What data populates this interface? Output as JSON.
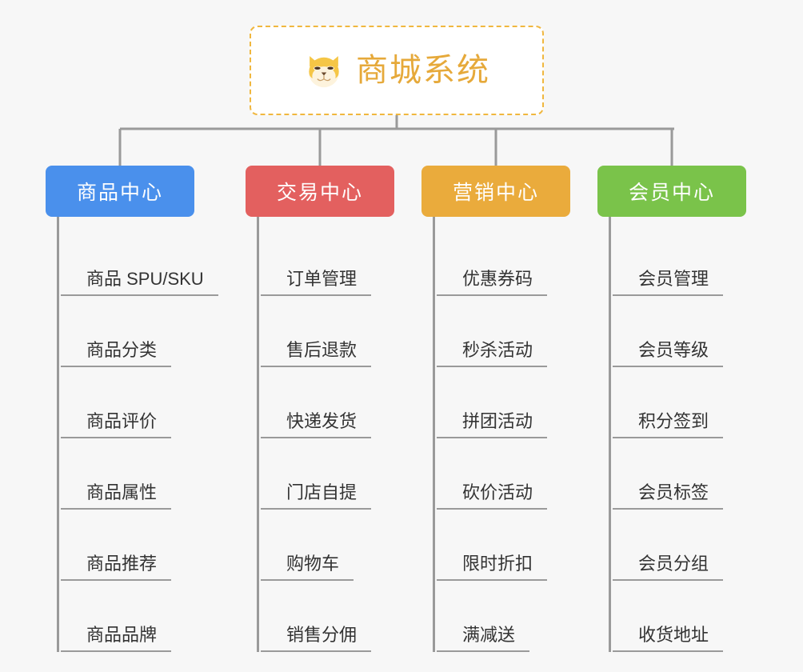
{
  "diagram": {
    "type": "org-chart",
    "background_color": "#f7f7f7",
    "connector_color": "#9a9a9a",
    "root": {
      "title": "商城系统",
      "icon": "shiba-dog-icon",
      "text_color": "#e6a93a",
      "border_color": "#f0b73f",
      "background_color": "#ffffff"
    },
    "columns": [
      {
        "header": "商品中心",
        "color": "#4a90ec",
        "items": [
          "商品 SPU/SKU",
          "商品分类",
          "商品评价",
          "商品属性",
          "商品推荐",
          "商品品牌"
        ]
      },
      {
        "header": "交易中心",
        "color": "#e3605f",
        "items": [
          "订单管理",
          "售后退款",
          "快递发货",
          "门店自提",
          "购物车",
          "销售分佣"
        ]
      },
      {
        "header": "营销中心",
        "color": "#eaab3c",
        "items": [
          "优惠券码",
          "秒杀活动",
          "拼团活动",
          "砍价活动",
          "限时折扣",
          "满减送"
        ]
      },
      {
        "header": "会员中心",
        "color": "#7ac34a",
        "items": [
          "会员管理",
          "会员等级",
          "积分签到",
          "会员标签",
          "会员分组",
          "收货地址"
        ]
      }
    ]
  }
}
